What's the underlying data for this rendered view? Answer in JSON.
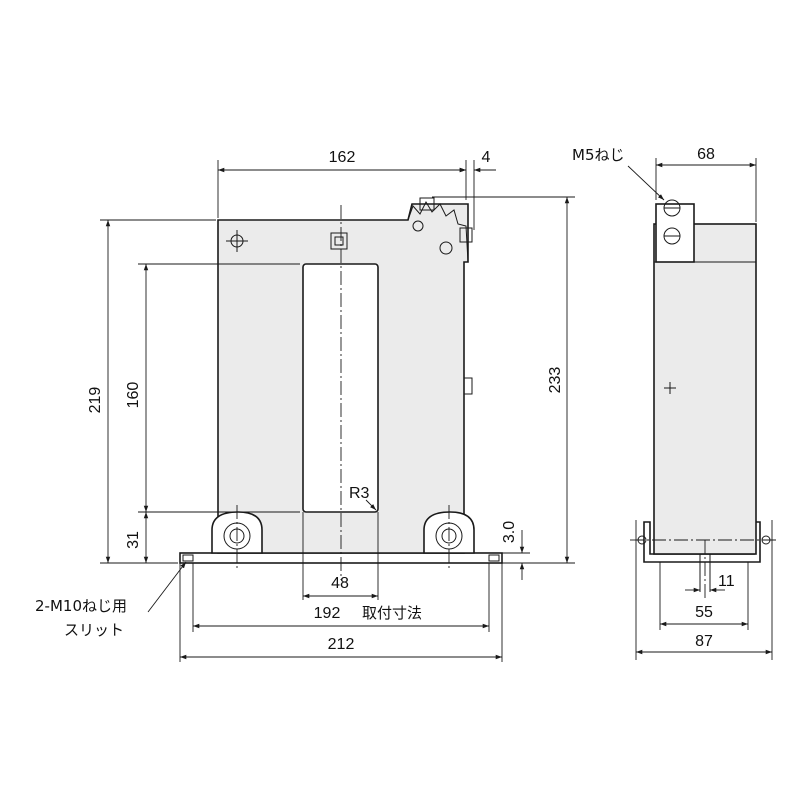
{
  "front_view": {
    "dim_width": "162",
    "dim_offset": "4",
    "dim_height_total": "219",
    "dim_window_height": "160",
    "dim_bottom": "31",
    "dim_overall_height": "233",
    "dim_gap": "3.0",
    "dim_window_width": "48",
    "dim_mounting": "192",
    "mounting_note": "取付寸法",
    "dim_base_width": "212",
    "radius_label": "R3",
    "slit_note_line1": "2-M10ねじ用",
    "slit_note_line2": "スリット"
  },
  "side_view": {
    "screw_note": "M5ねじ",
    "dim_top_width": "68",
    "dim_slot": "11",
    "dim_slot_pitch": "55",
    "dim_base_depth": "87"
  },
  "colors": {
    "line": "#1a1a1a",
    "body": "#ebebeb",
    "background": "#ffffff"
  }
}
